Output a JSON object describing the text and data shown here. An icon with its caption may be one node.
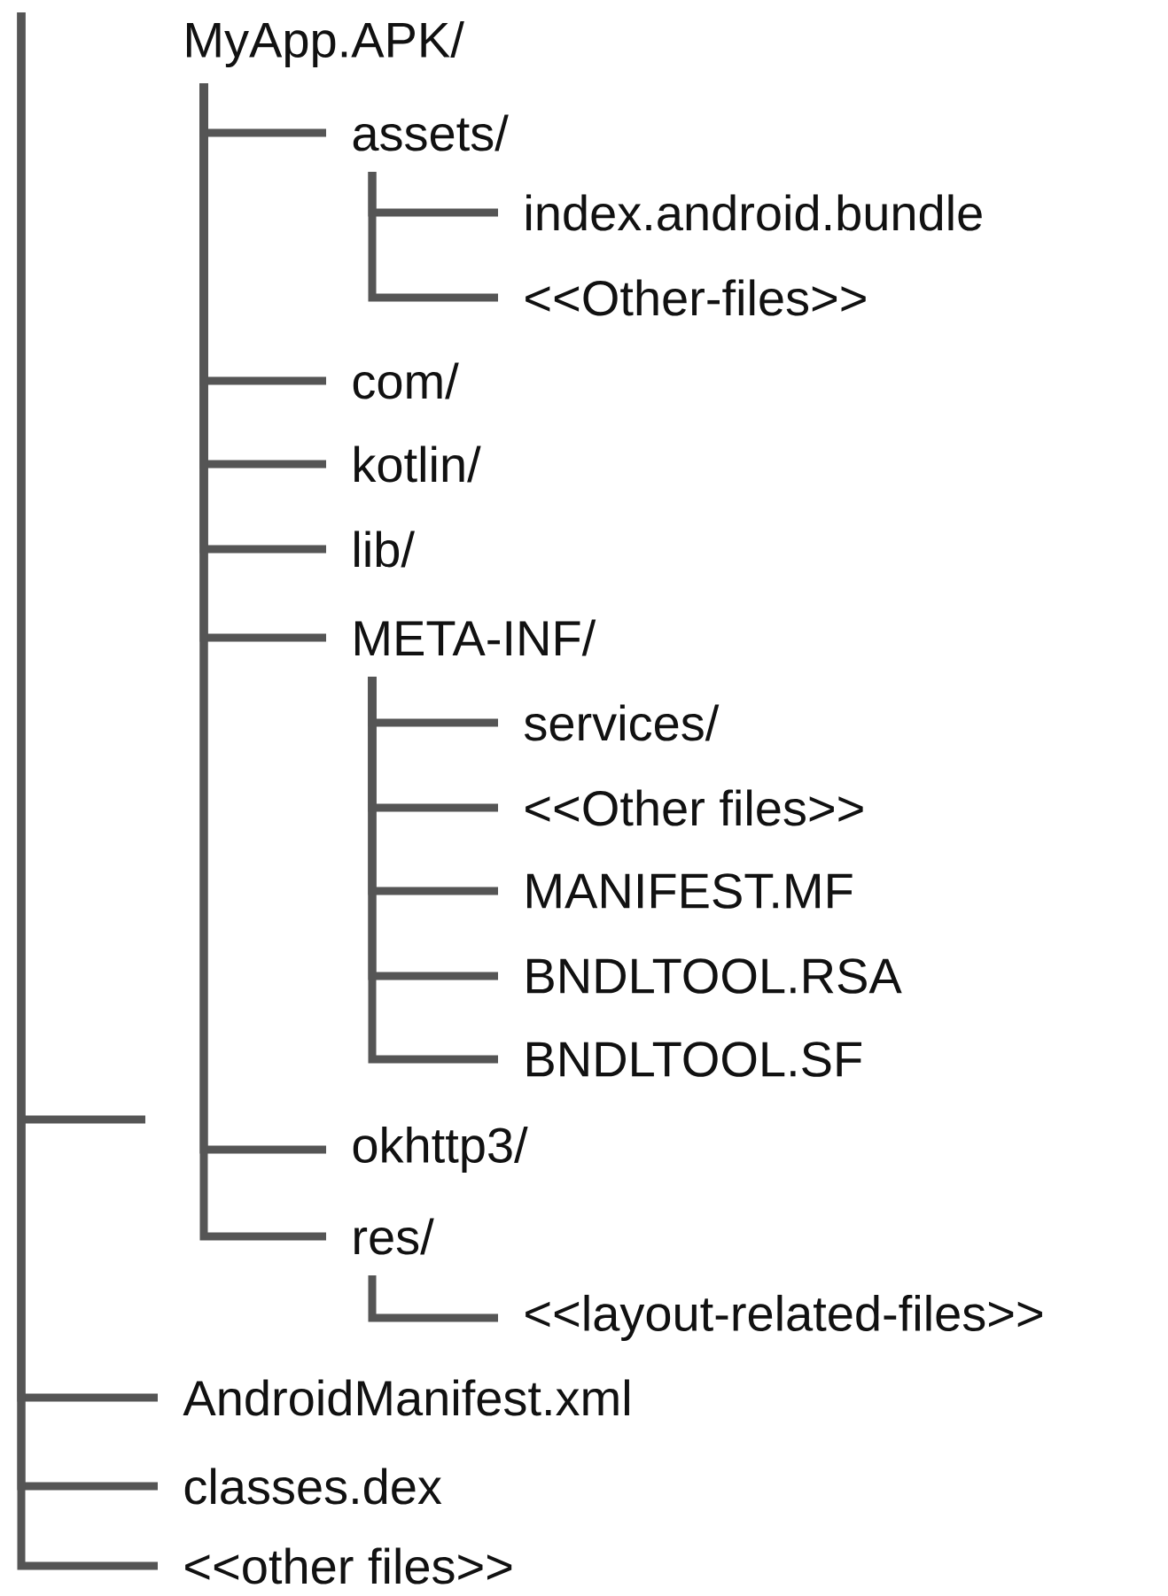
{
  "diagram": {
    "nodes": [
      {
        "text": [
          "MyApp.APK/"
        ]
      },
      {
        "text": [
          "assets/"
        ]
      },
      {
        "text": [
          "index.android.bundle"
        ]
      },
      {
        "text": [
          "<<Other-files>>"
        ]
      },
      {
        "text": [
          "com/"
        ]
      },
      {
        "text": [
          "kotlin/"
        ]
      },
      {
        "text": [
          "lib/"
        ]
      },
      {
        "text": [
          "META-INF/"
        ]
      },
      {
        "text": [
          "services/"
        ]
      },
      {
        "text": [
          "<<Other files>>"
        ]
      },
      {
        "text": [
          "MANIFEST.MF"
        ]
      },
      {
        "text": [
          "BNDLTOOL.RSA"
        ]
      },
      {
        "text": [
          "BNDLTOOL.SF"
        ]
      },
      {
        "text": [
          "okhttp3/"
        ]
      },
      {
        "text": [
          "res/"
        ]
      },
      {
        "text": [
          "<<layout-related-files>>"
        ]
      },
      {
        "text": [
          "AndroidManifest.xml"
        ]
      },
      {
        "text": [
          "classes.dex"
        ]
      },
      {
        "text": [
          "<<other files>>"
        ]
      }
    ],
    "edges": [
      {
        "from": 0,
        "to": 1,
        "arrow": "none"
      },
      {
        "from": 1,
        "to": 2,
        "arrow": "none"
      },
      {
        "from": 1,
        "to": 3,
        "arrow": "none"
      },
      {
        "from": 0,
        "to": 4,
        "arrow": "none"
      },
      {
        "from": 0,
        "to": 5,
        "arrow": "none"
      },
      {
        "from": 0,
        "to": 6,
        "arrow": "none"
      },
      {
        "from": 0,
        "to": 7,
        "arrow": "none"
      },
      {
        "from": 7,
        "to": 8,
        "arrow": "none"
      },
      {
        "from": 7,
        "to": 9,
        "arrow": "none"
      },
      {
        "from": 7,
        "to": 10,
        "arrow": "none"
      },
      {
        "from": 7,
        "to": 11,
        "arrow": "none"
      },
      {
        "from": 7,
        "to": 12,
        "arrow": "none"
      },
      {
        "from": 0,
        "to": 13,
        "arrow": "none"
      },
      {
        "from": 0,
        "to": 14,
        "arrow": "none"
      },
      {
        "from": 14,
        "to": 15,
        "arrow": "none"
      },
      {
        "from": null,
        "to": 16,
        "arrow": "none"
      },
      {
        "from": null,
        "to": 17,
        "arrow": "none"
      },
      {
        "from": null,
        "to": 18,
        "arrow": "none"
      }
    ]
  }
}
